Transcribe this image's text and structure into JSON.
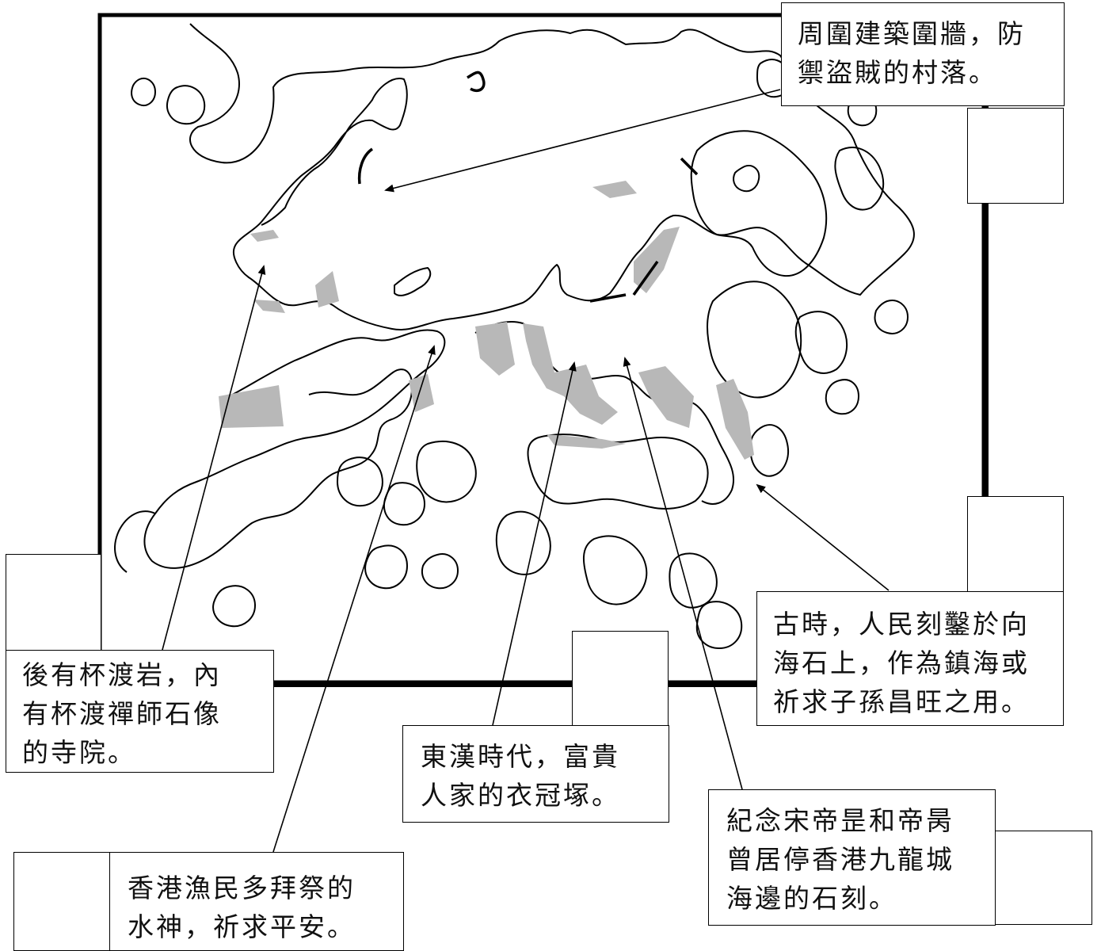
{
  "callouts": {
    "walled_village": {
      "line1": "周圍建築圍牆，防",
      "line2": "禦盜賊的村落。"
    },
    "rock_carving": {
      "line1": "古時，人民刻鑿於向",
      "line2": "海石上，作為鎮海或",
      "line3": "祈求子孫昌旺之用。"
    },
    "temple": {
      "line1": "後有杯渡岩，內",
      "line2": "有杯渡禪師石像",
      "line3": "的寺院。"
    },
    "tomb": {
      "line1": "東漢時代，富貴",
      "line2": "人家的衣冠塚。"
    },
    "song_stone": {
      "line1": "紀念宋帝昰和帝昺",
      "line2": "曾居停香港九龍城",
      "line3": "海邊的石刻。"
    },
    "sea_goddess": {
      "line1": "香港漁民多拜祭的",
      "line2": "水神，祈求平安。"
    }
  }
}
